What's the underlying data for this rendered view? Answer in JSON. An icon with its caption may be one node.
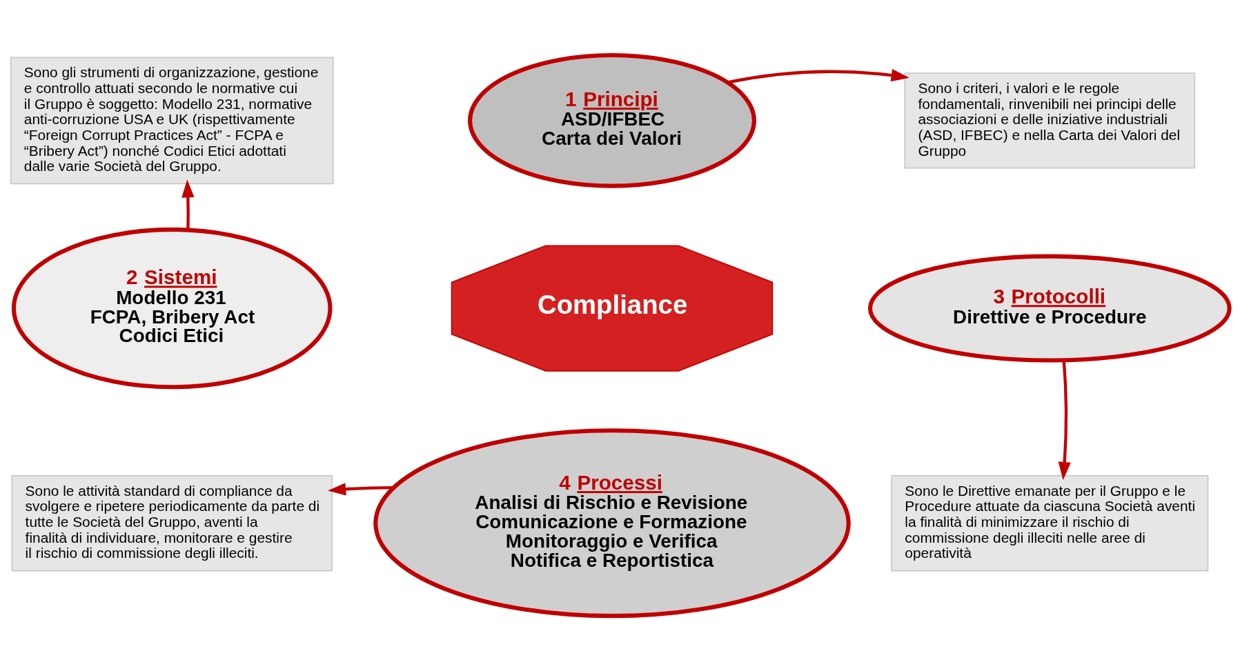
{
  "diagram": {
    "nodes": [
      {
        "text": [
          "Sono gli strumenti di organizzazione, gestione e controllo attuati secondo le normative cui il Gruppo è soggetto: Modello 231, normative anti-corruzione USA e UK (rispettivamente “Foreign Corrupt Practices Act” - FCPA e “Bribery Act”) nonché Codici Etici adottati dalle varie Società del Gruppo."
        ]
      },
      {
        "text": [
          "1 Principi",
          "ASD/IFBEC",
          "Carta dei Valori"
        ]
      },
      {
        "text": [
          "Sono i criteri, i valori e le regole fondamentali, rinvenibili nei principi delle associazioni e delle iniziative industriali (ASD, IFBEC) e nella Carta dei Valori del Gruppo"
        ]
      },
      {
        "text": [
          "2 Sistemi",
          "Modello 231",
          "FCPA, Bribery Act",
          "Codici Etici"
        ]
      },
      {
        "text": [
          "Compliance"
        ]
      },
      {
        "text": [
          "3 Protocolli",
          "Direttive e Procedure"
        ]
      },
      {
        "text": [
          "4 Processi",
          "Analisi di Rischio e Revisione",
          "Comunicazione e Formazione",
          "Monitoraggio e Verifica",
          "Notifica e Reportistica"
        ]
      },
      {
        "text": [
          "Sono le attività standard di compliance da svolgere e ripetere periodicamente da parte di tutte le Società del Gruppo, aventi la finalità di individuare, monitorare e gestire  il rischio di commissione degli illeciti."
        ]
      },
      {
        "text": [
          "Sono le Direttive emanate per il Gruppo e le Procedure attuate da ciascuna Società aventi la finalità di minimizzare il rischio di commissione degli illeciti nelle aree di operatività"
        ]
      }
    ],
    "edges": [
      {
        "from": 1,
        "to": 2,
        "arrow": "to"
      },
      {
        "from": 3,
        "to": 0,
        "arrow": "to"
      },
      {
        "from": 6,
        "to": 7,
        "arrow": "to"
      },
      {
        "from": 5,
        "to": 8,
        "arrow": "to"
      }
    ]
  }
}
